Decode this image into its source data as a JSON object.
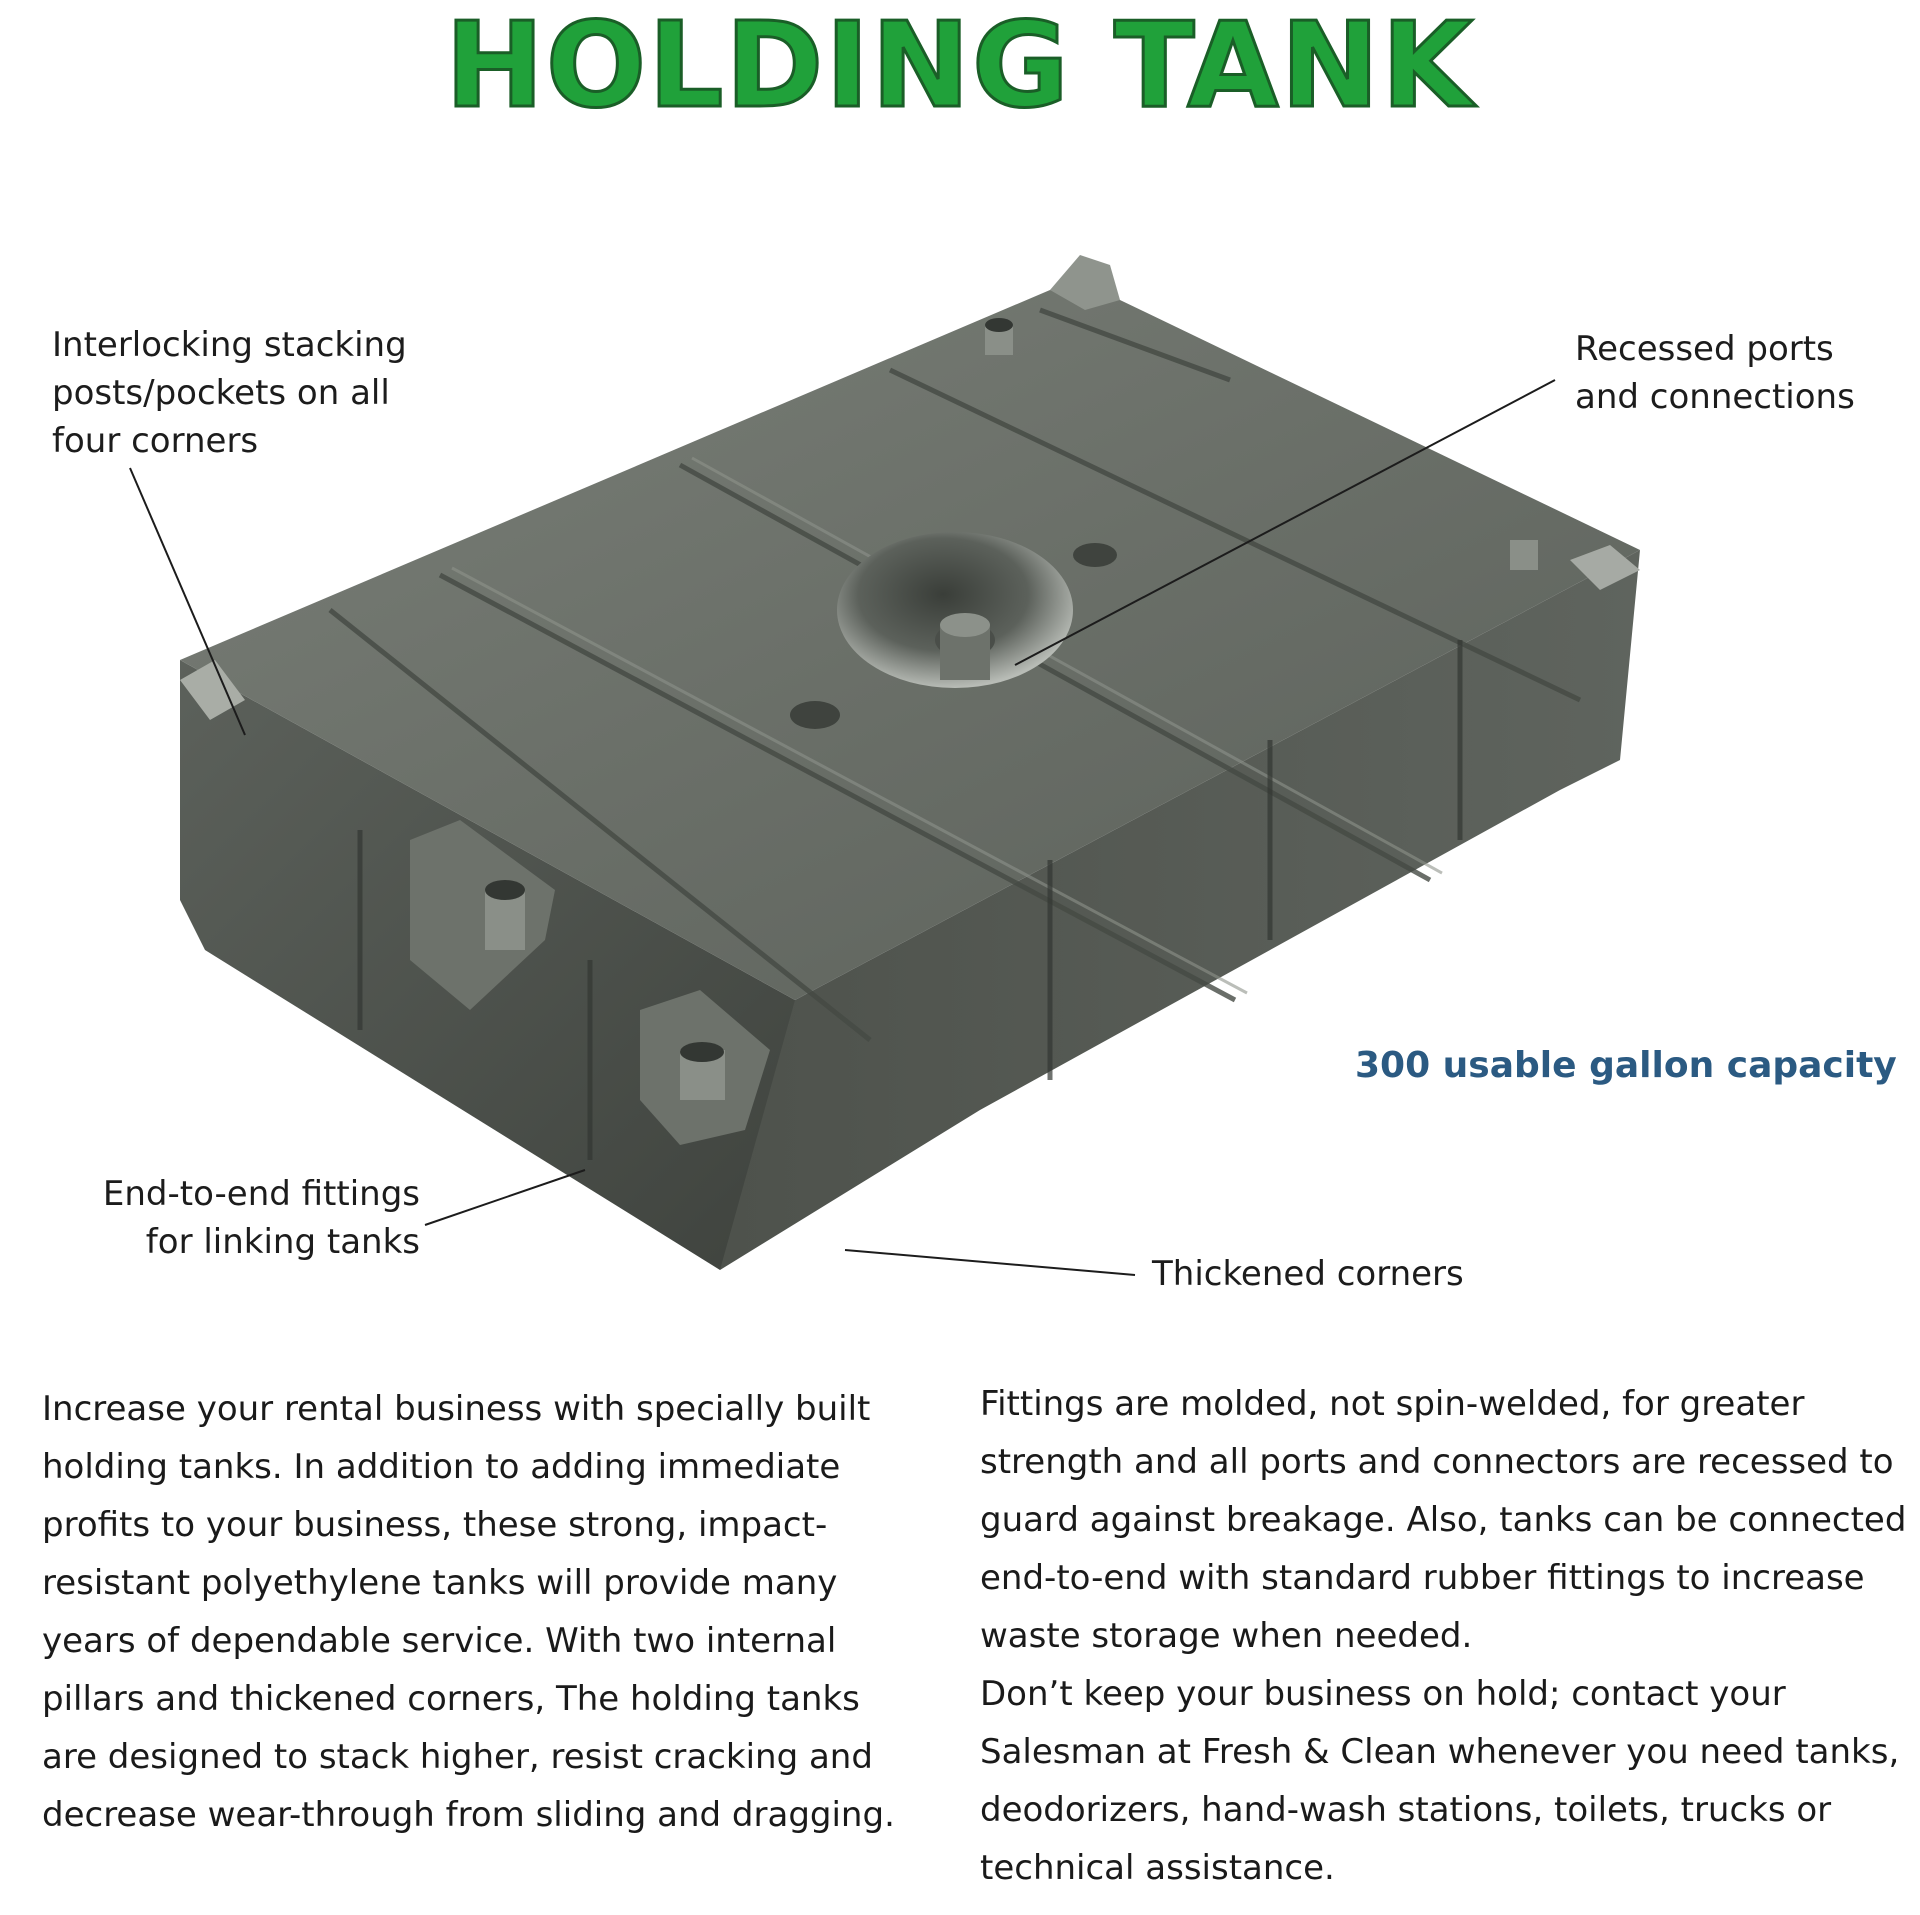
{
  "title": "HOLDING TANK",
  "callouts": {
    "stacking": [
      "Interlocking stacking",
      "posts/pockets on all",
      "four corners"
    ],
    "ports": [
      "Recessed ports",
      "and connections"
    ],
    "fittings": [
      "End-to-end fittings",
      "for linking tanks"
    ],
    "corners": "Thickened corners"
  },
  "capacity": "300 usable gallon capacity",
  "body": {
    "left": [
      "Increase your rental business with specially built",
      "holding tanks. In addition to adding immediate",
      "profits to your business, these strong, impact-",
      "resistant polyethylene tanks will provide many",
      "years of dependable service. With two internal",
      "pillars and thickened corners, The holding tanks",
      "are designed to stack higher, resist cracking and",
      "decrease wear-through from sliding and dragging."
    ],
    "right": [
      "Fittings are molded, not spin-welded, for greater",
      "strength and all ports and connectors are recessed to",
      "guard against breakage. Also, tanks can be connected",
      "end-to-end with standard rubber fittings to increase",
      "waste storage when needed.",
      "Don’t keep your business on hold; contact your",
      "Salesman at Fresh & Clean whenever you need tanks,",
      "deodorizers, hand-wash stations, toilets, trucks or",
      "technical assistance."
    ]
  },
  "colors": {
    "title_fill": "#20a13a",
    "title_outline": "#1a5e27",
    "capacity_text": "#2b5a82",
    "tank_body": "#5a5f58"
  }
}
